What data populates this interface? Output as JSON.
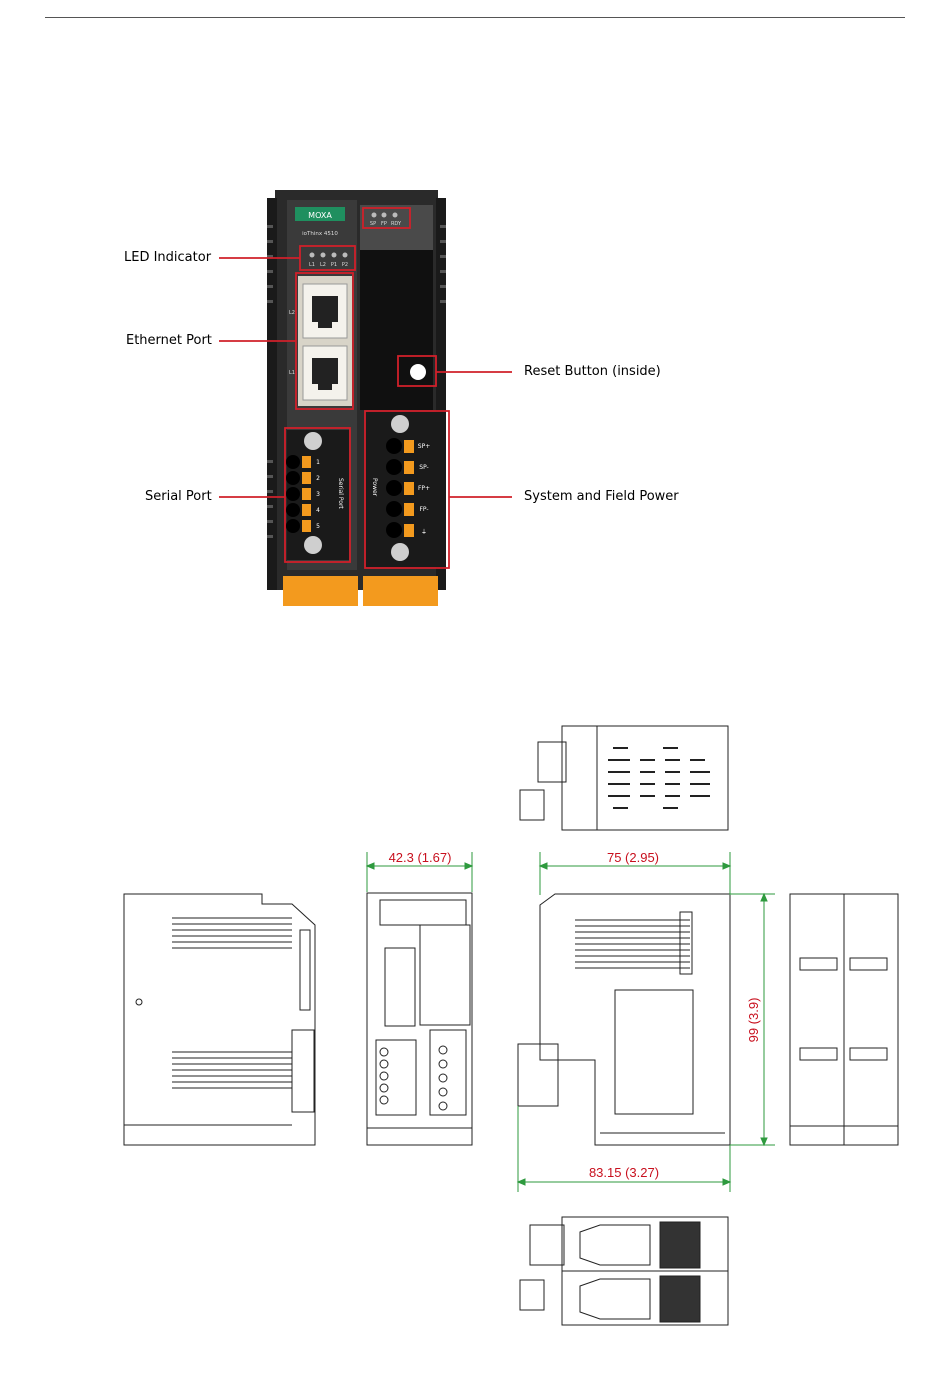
{
  "callouts": {
    "led_indicator": "LED Indicator",
    "ethernet_port": "Ethernet Port",
    "serial_port": "Serial Port",
    "reset_button": "Reset Button (inside)",
    "system_field_power": "System and Field Power"
  },
  "device": {
    "brand": "MOXA",
    "model": "ioThinx 4510",
    "top_leds": [
      "SP",
      "FP",
      "RDY"
    ],
    "port_leds": [
      "L1",
      "L2",
      "P1",
      "P2"
    ],
    "eth_labels": [
      "L2",
      "L1"
    ],
    "serial_pins": [
      "1",
      "2",
      "3",
      "4",
      "5"
    ],
    "serial_label": "Serial Port",
    "power_label": "Power",
    "power_pins": [
      "SP+",
      "SP-",
      "FP+",
      "FP-",
      "⏚"
    ]
  },
  "dimensions": {
    "front_width": "42.3 (1.67)",
    "depth": "75 (2.95)",
    "height": "99 (3.9)",
    "total_depth": "83.15 (3.27)"
  },
  "colors": {
    "callout_line": "#d0202a",
    "dimension_line": "#2e9a3e",
    "dimension_text": "#c8101e",
    "terminal_orange": "#f39a1e",
    "brand_green": "#1f8f5f"
  }
}
